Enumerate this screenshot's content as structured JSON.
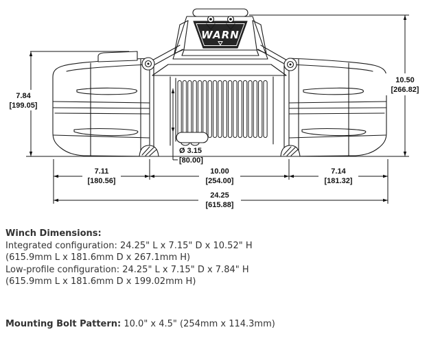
{
  "drawing": {
    "brand_label": "WARN",
    "colors": {
      "drawing_line": "#1a1a1a",
      "panel_dark": "#262626",
      "body_text": "#333333",
      "background": "#ffffff"
    },
    "dims": {
      "low_height_in": "7.84",
      "low_height_mm": "[199.05]",
      "full_height_in": "10.50",
      "full_height_mm": "[266.82]",
      "drum_diameter_in": "Ø 3.15",
      "drum_diameter_mm": "[80.00]",
      "motor_side_in": "7.11",
      "motor_side_mm": "[180.56]",
      "bolt_span_in": "10.00",
      "bolt_span_mm": "[254.00]",
      "gear_side_in": "7.14",
      "gear_side_mm": "[181.32]",
      "overall_in": "24.25",
      "overall_mm": "[615.88]"
    }
  },
  "specs": {
    "dimensions_heading": "Winch Dimensions:",
    "integrated_line": "Integrated configuration: 24.25\" L x 7.15\" D x 10.52\" H",
    "integrated_metric": "(615.9mm L x 181.6mm D x 267.1mm H)",
    "low_profile_line": "Low-profile configuration: 24.25\" L x 7.15\" D x 7.84\" H",
    "low_profile_metric": "(615.9mm L x 181.6mm D x 199.02mm H)",
    "bolt_pattern_heading": "Mounting Bolt Pattern:",
    "bolt_pattern_value": "10.0\" x 4.5\" (254mm x 114.3mm)"
  }
}
